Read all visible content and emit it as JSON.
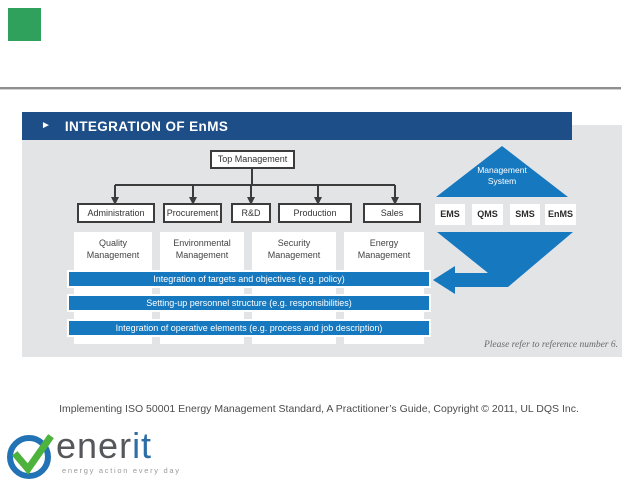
{
  "slide": {
    "header": {
      "bullet": "►",
      "title": "INTEGRATION OF EnMS"
    },
    "org_chart": {
      "top_box": "Top Management",
      "departments": [
        "Administration",
        "Procurement",
        "R&D",
        "Production",
        "Sales"
      ],
      "management_columns": [
        "Quality Management",
        "Environmental Management",
        "Security Management",
        "Energy Management"
      ],
      "integration_bars": [
        "Integration of targets and objectives (e.g. policy)",
        "Setting-up personnel structure (e.g. responsibilities)",
        "Integration of operative elements (e.g. process and job description)"
      ]
    },
    "management_system": {
      "label": "Management System",
      "systems": [
        "EMS",
        "QMS",
        "SMS",
        "EnMS"
      ]
    },
    "footnote": "Please refer to reference number 6."
  },
  "footer": {
    "citation": "Implementing ISO 50001 Energy Management Standard, A Practitioner’s Guide, Copyright © 2011, UL DQS Inc."
  },
  "logo": {
    "wordmark_gray": "ener",
    "wordmark_accent": "it",
    "tagline": "energy action every day"
  },
  "colors": {
    "header_navy": "#1d4e87",
    "accent_blue": "#1678bf",
    "slide_background": "#e3e4e6",
    "corner_green": "#2fa15c",
    "logo_blue": "#2273b5",
    "logo_green": "#4db33d"
  }
}
